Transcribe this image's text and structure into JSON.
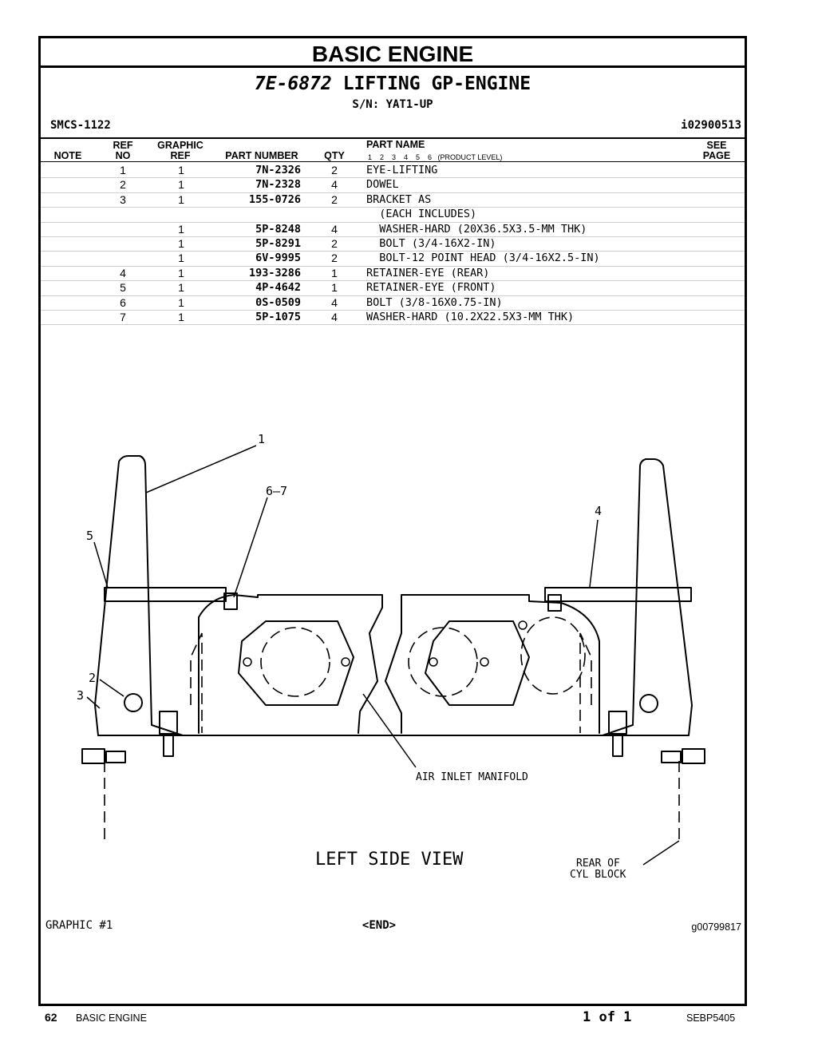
{
  "section_title": "BASIC ENGINE",
  "group": {
    "number": "7E-6872",
    "name": "LIFTING GP-ENGINE",
    "serial": "S/N: YAT1-UP"
  },
  "smcs": "SMCS-1122",
  "illustration_id": "i02900513",
  "table": {
    "headers": {
      "note": "NOTE",
      "ref_no_1": "REF",
      "ref_no_2": "NO",
      "graphic_ref_1": "GRAPHIC",
      "graphic_ref_2": "REF",
      "part_number": "PART NUMBER",
      "qty": "QTY",
      "part_name": "PART NAME",
      "level": "1    2    3    4    5    6   (PRODUCT LEVEL)",
      "see_page_1": "SEE",
      "see_page_2": "PAGE"
    },
    "rows": [
      {
        "ref": "1",
        "graphic": "1",
        "part": "7N-2326",
        "qty": "2",
        "name": "EYE-LIFTING"
      },
      {
        "ref": "2",
        "graphic": "1",
        "part": "7N-2328",
        "qty": "4",
        "name": "DOWEL"
      },
      {
        "ref": "3",
        "graphic": "1",
        "part": "155-0726",
        "qty": "2",
        "name": "BRACKET AS"
      },
      {
        "ref": "",
        "graphic": "",
        "part": "",
        "qty": "",
        "name": "  (EACH INCLUDES)"
      },
      {
        "ref": "",
        "graphic": "1",
        "part": "5P-8248",
        "qty": "4",
        "name": "  WASHER-HARD (20X36.5X3.5-MM THK)"
      },
      {
        "ref": "",
        "graphic": "1",
        "part": "5P-8291",
        "qty": "2",
        "name": "  BOLT (3/4-16X2-IN)"
      },
      {
        "ref": "",
        "graphic": "1",
        "part": "6V-9995",
        "qty": "2",
        "name": "  BOLT-12 POINT HEAD (3/4-16X2.5-IN)"
      },
      {
        "ref": "4",
        "graphic": "1",
        "part": "193-3286",
        "qty": "1",
        "name": "RETAINER-EYE (REAR)"
      },
      {
        "ref": "5",
        "graphic": "1",
        "part": "4P-4642",
        "qty": "1",
        "name": "RETAINER-EYE (FRONT)"
      },
      {
        "ref": "6",
        "graphic": "1",
        "part": "0S-0509",
        "qty": "4",
        "name": "BOLT (3/8-16X0.75-IN)"
      },
      {
        "ref": "7",
        "graphic": "1",
        "part": "5P-1075",
        "qty": "4",
        "name": "WASHER-HARD (10.2X22.5X3-MM THK)"
      }
    ]
  },
  "drawing": {
    "callouts": {
      "c1": "1",
      "c67": "6–7",
      "c4": "4",
      "c5": "5",
      "c2": "2",
      "c3": "3"
    },
    "air_inlet": "AIR INLET MANIFOLD",
    "view": "LEFT SIDE VIEW",
    "rear_1": "REAR OF",
    "rear_2": "CYL BLOCK"
  },
  "graphic_label": "GRAPHIC #1",
  "end_marker": "<END>",
  "graphic_id": "g00799817",
  "footer": {
    "page": "62",
    "section": "BASIC ENGINE",
    "page_of": "1 of 1",
    "doc": "SEBP5405"
  }
}
